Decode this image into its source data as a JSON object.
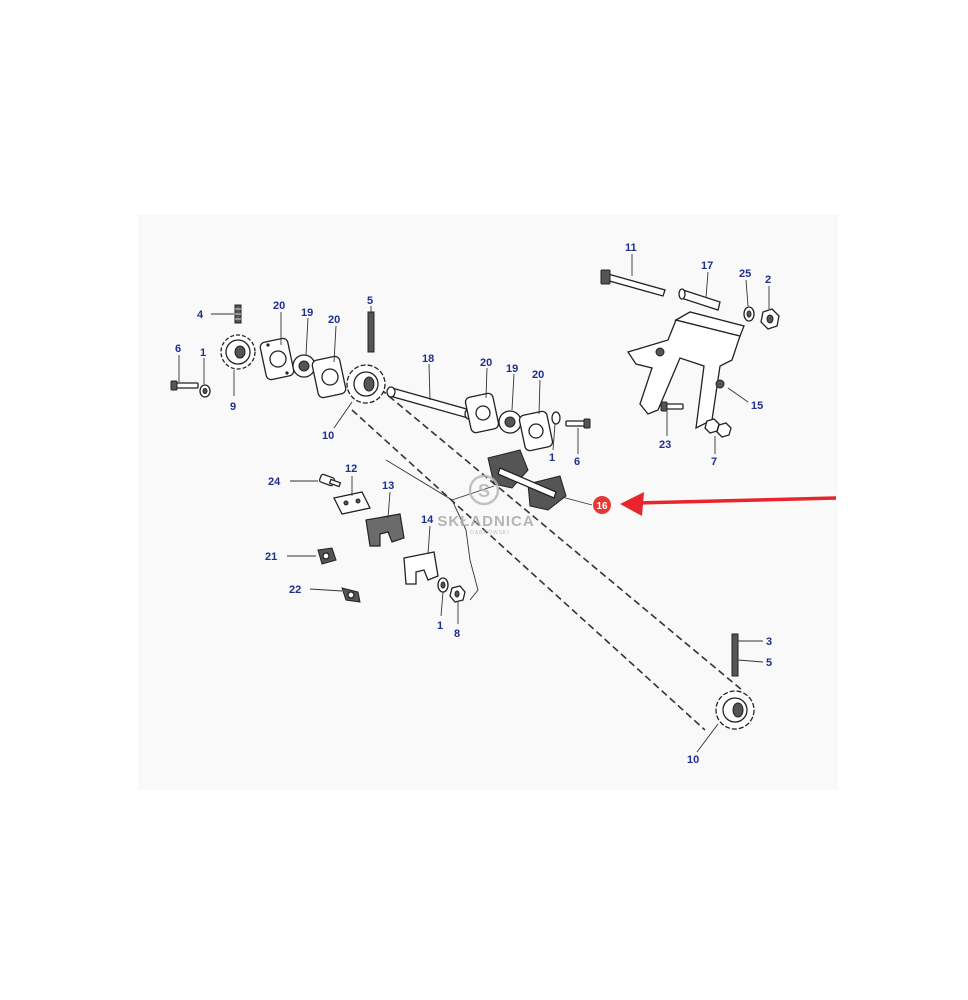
{
  "callouts": {
    "c4": "4",
    "c6_left": "6",
    "c1_left": "1",
    "c9": "9",
    "c20_a": "20",
    "c19_a": "19",
    "c20_b": "20",
    "c5_top": "5",
    "c10_top": "10",
    "c18": "18",
    "c20_c": "20",
    "c19_b": "19",
    "c20_d": "20",
    "c1_mid": "1",
    "c6_right": "6",
    "c11": "11",
    "c17": "17",
    "c25": "25",
    "c2": "2",
    "c15": "15",
    "c23": "23",
    "c7": "7",
    "c24": "24",
    "c12": "12",
    "c13": "13",
    "c14": "14",
    "c21": "21",
    "c22": "22",
    "c1_bottom": "1",
    "c8": "8",
    "c3": "3",
    "c5_bottom": "5",
    "c10_bottom": "10"
  },
  "highlight": {
    "label": "16",
    "color": "#e53935"
  },
  "arrow": {
    "color": "#e8242c"
  },
  "watermark": {
    "brand": "SKŁADNICA",
    "sub": "DĄBROWSKI",
    "color": "#a9a9a9"
  }
}
